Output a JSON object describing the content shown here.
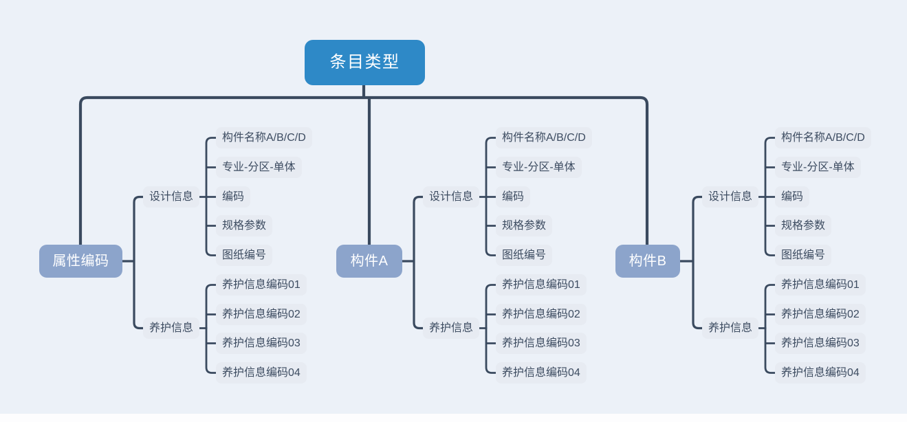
{
  "page": {
    "background_color": "#ECF1F8",
    "connector_color": "#3A4A5F",
    "root_fill": "#2E89C7",
    "root_text_color": "#FFFFFF",
    "branch_fill": "#8CA4CB",
    "branch_text_color": "#FFFFFF",
    "leaf_fill": "#E7EBF2",
    "leaf_text_color": "#3D4C61"
  },
  "mindmap": {
    "root": {
      "label": "条目类型"
    },
    "branches": [
      {
        "label": "属性编码",
        "groups": [
          {
            "label": "设计信息",
            "children": [
              "构件名称A/B/C/D",
              "专业-分区-单体",
              "编码",
              "规格参数",
              "图纸编号"
            ]
          },
          {
            "label": "养护信息",
            "children": [
              "养护信息编码01",
              "养护信息编码02",
              "养护信息编码03",
              "养护信息编码04"
            ]
          }
        ]
      },
      {
        "label": "构件A",
        "groups": [
          {
            "label": "设计信息",
            "children": [
              "构件名称A/B/C/D",
              "专业-分区-单体",
              "编码",
              "规格参数",
              "图纸编号"
            ]
          },
          {
            "label": "养护信息",
            "children": [
              "养护信息编码01",
              "养护信息编码02",
              "养护信息编码03",
              "养护信息编码04"
            ]
          }
        ]
      },
      {
        "label": "构件B",
        "groups": [
          {
            "label": "设计信息",
            "children": [
              "构件名称A/B/C/D",
              "专业-分区-单体",
              "编码",
              "规格参数",
              "图纸编号"
            ]
          },
          {
            "label": "养护信息",
            "children": [
              "养护信息编码01",
              "养护信息编码02",
              "养护信息编码03",
              "养护信息编码04"
            ]
          }
        ]
      }
    ]
  }
}
